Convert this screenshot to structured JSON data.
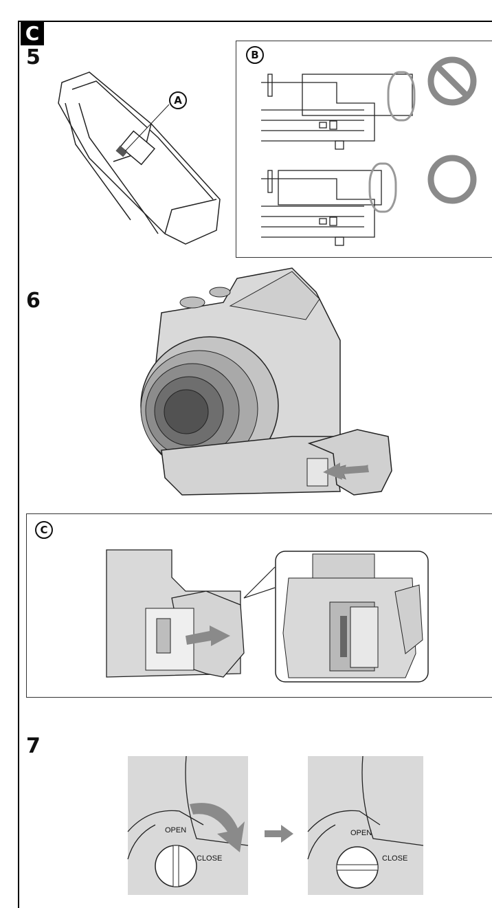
{
  "section": {
    "label": "C"
  },
  "steps": {
    "step5": "5",
    "step6": "6",
    "step7": "7"
  },
  "callouts": {
    "a": "A",
    "b": "B",
    "c": "C"
  },
  "knob": {
    "open_label": "OPEN",
    "close_label": "CLOSE"
  },
  "icons": {
    "prohibit": "prohibited-icon",
    "ok": "ok-circle-icon",
    "arrow": "arrow-right-icon"
  },
  "colors": {
    "gray_fill": "#d9d9d9",
    "dark_gray": "#8a8a8a",
    "line": "#222222"
  }
}
